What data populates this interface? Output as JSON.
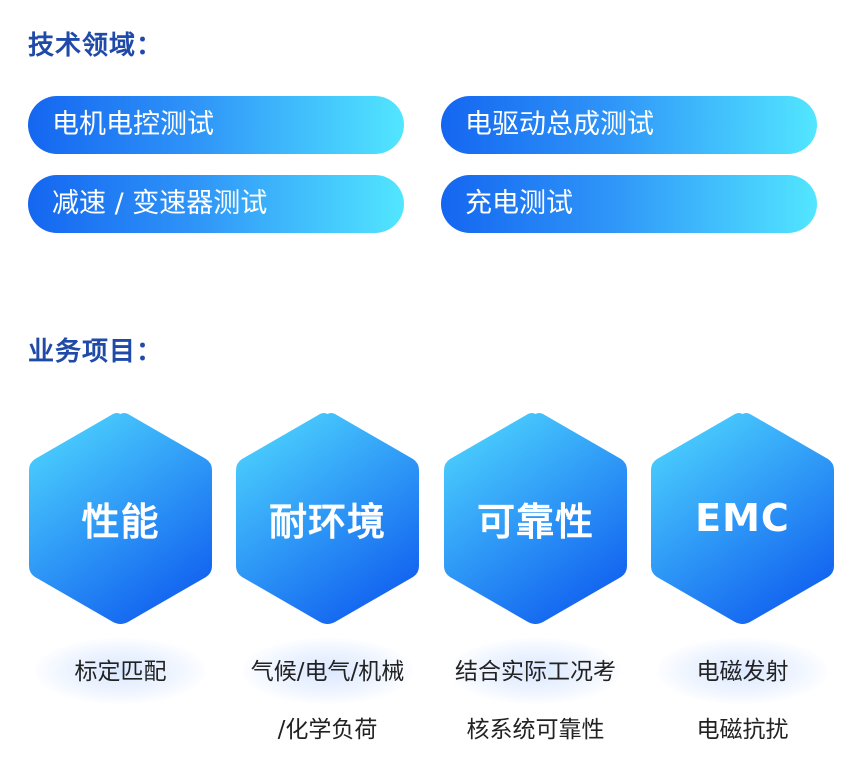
{
  "domains": {
    "title": "技术领域：",
    "items": [
      "电机电控测试",
      "电驱动总成测试",
      "减速 / 变速器测试",
      "充电测试"
    ]
  },
  "services": {
    "title": "业务项目：",
    "cards": [
      {
        "label": "性能",
        "lines": [
          "标定匹配",
          ""
        ]
      },
      {
        "label": "耐环境",
        "lines": [
          "气候/电气/机械",
          "/化学负荷"
        ]
      },
      {
        "label": "可靠性",
        "lines": [
          "结合实际工况考",
          "核系统可靠性"
        ]
      },
      {
        "label": "EMC",
        "lines": [
          "电磁发射",
          "电磁抗扰"
        ]
      }
    ]
  },
  "colors": {
    "title": "#1f4aa8",
    "gradient_start": "#1466f0",
    "gradient_end": "#52e6ff",
    "hex_top": "#52dcff",
    "hex_bottom": "#1466f0"
  }
}
